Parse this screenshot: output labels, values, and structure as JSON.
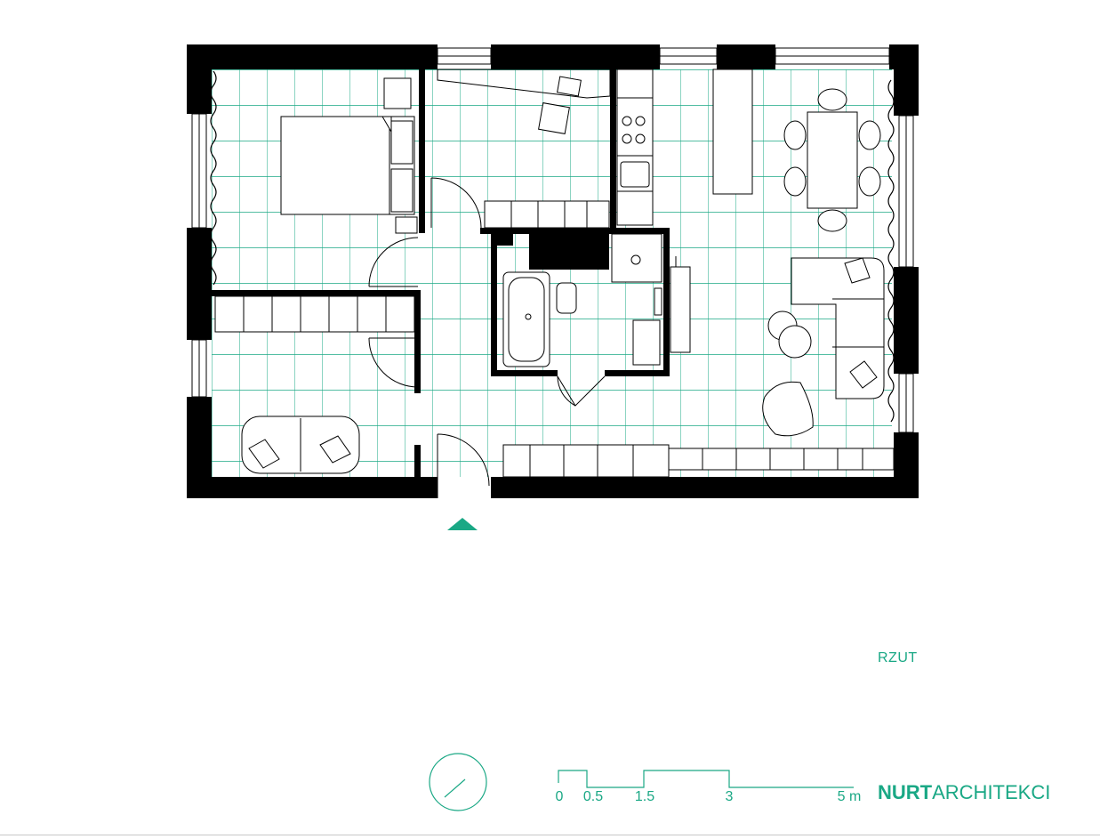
{
  "colors": {
    "accent": "#1aa885",
    "wall": "#000000",
    "tile_line": "#1aa885"
  },
  "sheet": {
    "title": "RZUT"
  },
  "scale_bar": {
    "ticks": [
      "0",
      "0.5",
      "1.5",
      "3",
      "5 m"
    ],
    "values_m": [
      0,
      0.5,
      1.5,
      3,
      5
    ]
  },
  "logo": {
    "bold": "NURT",
    "light": "ARCHITEKCI"
  },
  "icons": {
    "entrance": "entrance-arrow-icon",
    "north": "north-arrow-icon"
  }
}
